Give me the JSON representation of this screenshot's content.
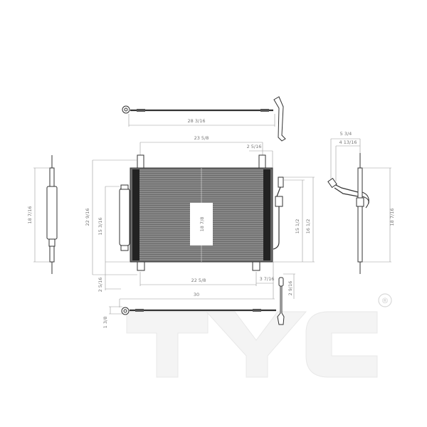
{
  "watermark": {
    "brand": "TYC",
    "registered_mark": "®"
  },
  "dimensions": {
    "top_pipe_length": "28 3/16",
    "core_bracket_span_top": "23 5/8",
    "top_bracket_offset": "2 5/16",
    "overall_height": "22 9/16",
    "receiver_height": "15 3/16",
    "core_height": "18 7/8",
    "right_fitting_height_inner": "15 1/2",
    "right_fitting_height_outer": "16 1/2",
    "core_bracket_span_bottom": "22 5/8",
    "bottom_bracket_offset": "3 7/16",
    "bottom_left_offset": "2 5/16",
    "bottom_right_offset": "2 9/16",
    "bottom_pipe_length": "30",
    "bottom_pipe_fitting": "1 3/8",
    "left_view_height": "18 7/16",
    "side_view_width_outer": "5 3/4",
    "side_view_width_inner": "4 13/16",
    "side_view_height": "18 7/16"
  }
}
